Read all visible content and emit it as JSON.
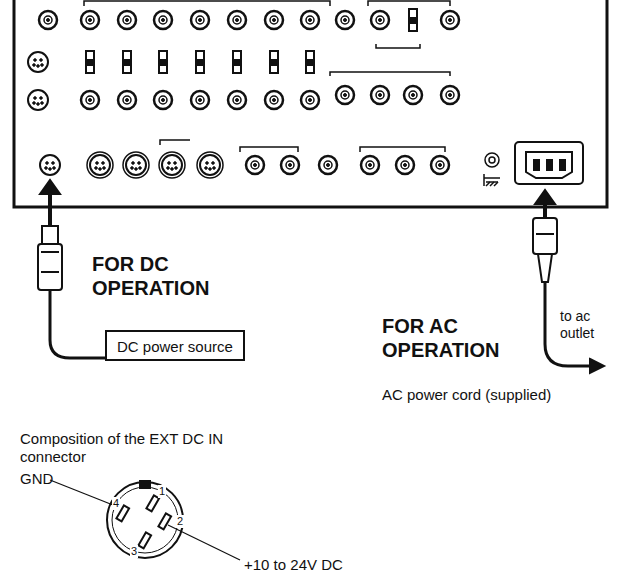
{
  "diagram": {
    "nodes": [
      {
        "text": [
          "DC power source"
        ]
      }
    ],
    "labels": [
      "FOR DC OPERATION",
      "FOR AC OPERATION",
      "to ac outlet",
      "AC power cord (supplied)",
      "Composition of the EXT DC IN connector",
      "GND",
      "1",
      "2",
      "3",
      "4",
      "+10 to 24V DC"
    ]
  }
}
